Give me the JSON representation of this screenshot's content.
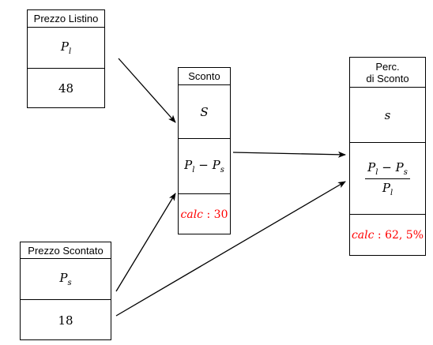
{
  "prezzo_listino": {
    "title": "Prezzo Listino",
    "symbol_main": "P",
    "symbol_sub": "l",
    "value": "48"
  },
  "prezzo_scontato": {
    "title": "Prezzo Scontato",
    "symbol_main": "P",
    "symbol_sub": "s",
    "value": "18"
  },
  "sconto": {
    "title": "Sconto",
    "symbol": "S",
    "formula": {
      "a": "P",
      "a_sub": "l",
      "op": "−",
      "b": "P",
      "b_sub": "s"
    },
    "calc_label": "calc",
    "calc_sep": " : ",
    "calc_value": "30"
  },
  "perc_sconto": {
    "title_line1": "Perc.",
    "title_line2": "di Sconto",
    "symbol": "s",
    "formula": {
      "num_a": "P",
      "num_a_sub": "l",
      "op": "−",
      "num_b": "P",
      "num_b_sub": "s",
      "den": "P",
      "den_sub": "l"
    },
    "calc_label": "calc",
    "calc_sep": " : ",
    "calc_value": "62, 5%"
  },
  "colors": {
    "calc": "#ff0000",
    "stroke": "#000000"
  }
}
